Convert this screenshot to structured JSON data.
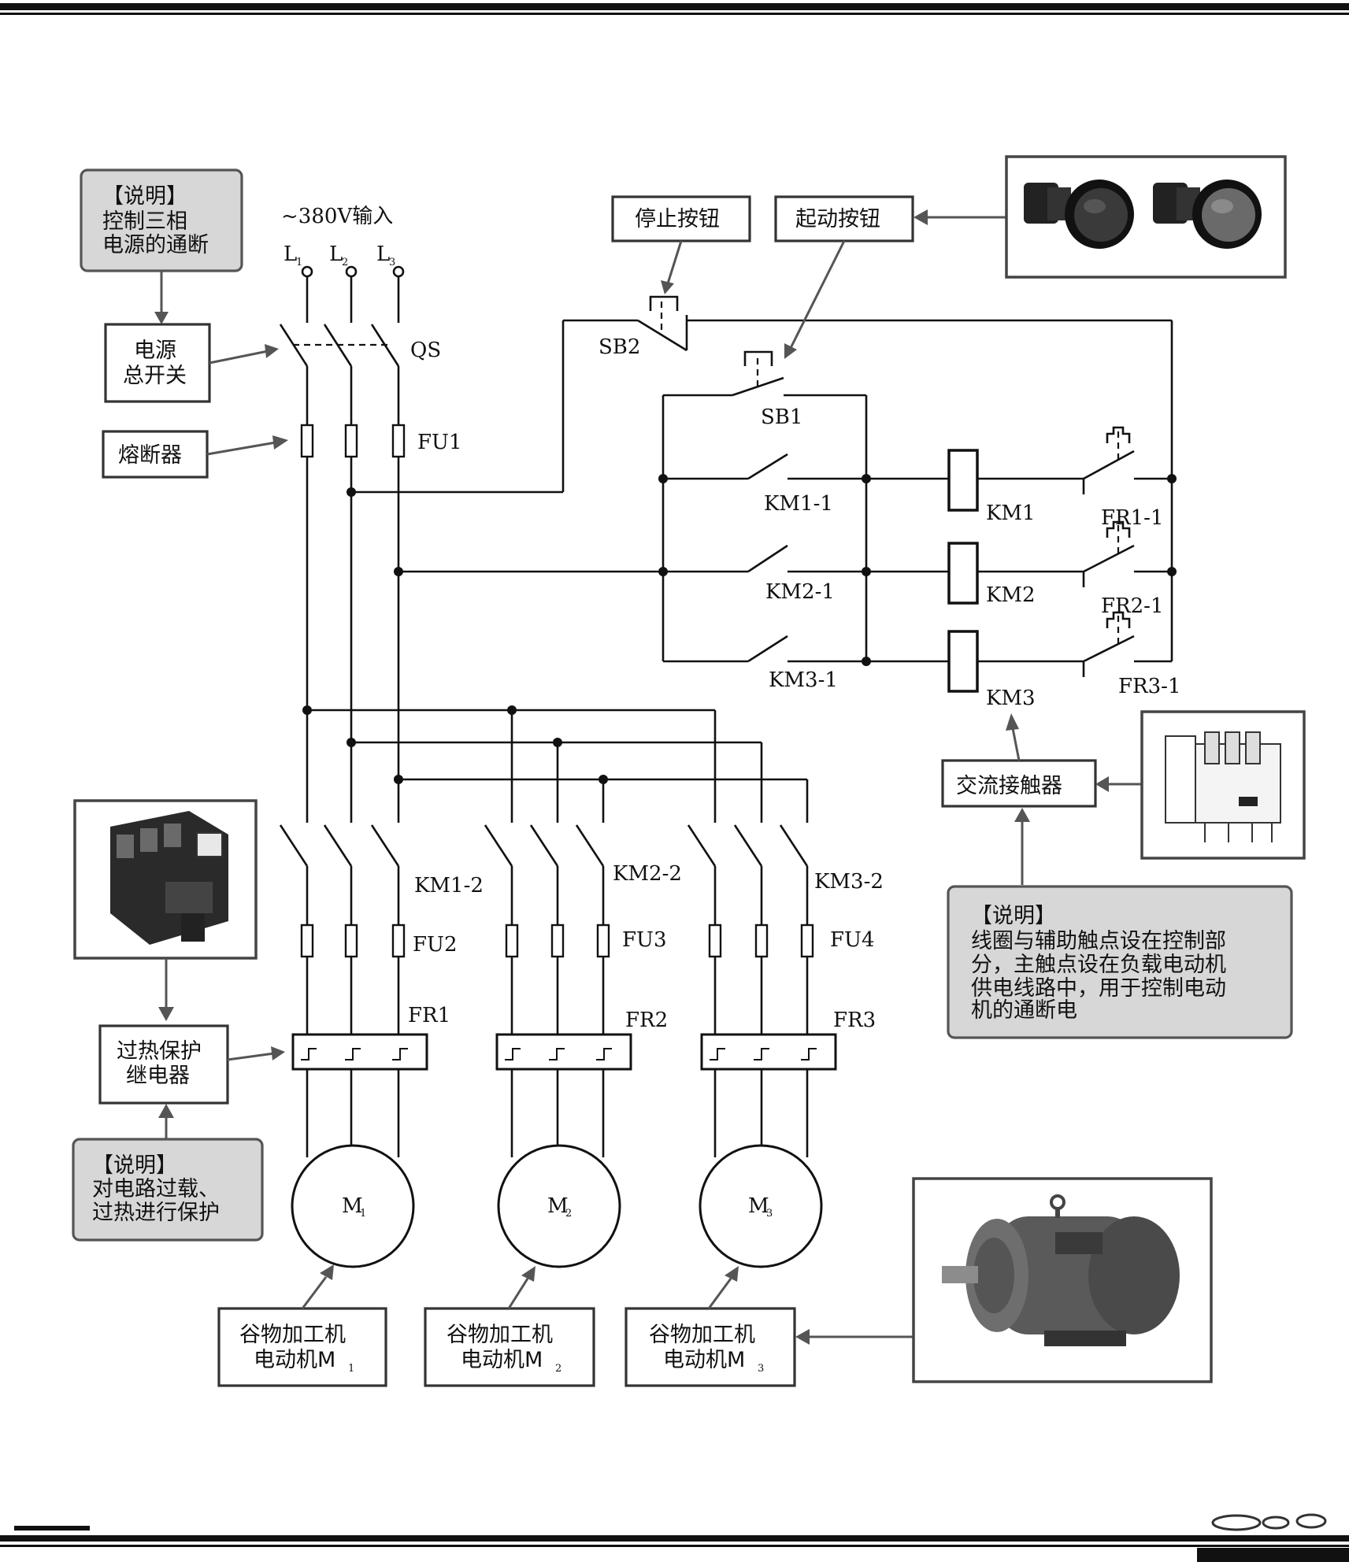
{
  "input_label": "~380V输入",
  "phases": [
    "L",
    "L",
    "L"
  ],
  "phase_subs": [
    "1",
    "2",
    "3"
  ],
  "labels": {
    "qs": "QS",
    "fu1": "FU1",
    "sb1": "SB1",
    "sb2": "SB2",
    "km1_1": "KM1-1",
    "km2_1": "KM2-1",
    "km3_1": "KM3-1",
    "km1": "KM1",
    "km2": "KM2",
    "km3": "KM3",
    "fr1_1": "FR1-1",
    "fr2_1": "FR2-1",
    "fr3_1": "FR3-1",
    "km1_2": "KM1-2",
    "km2_2": "KM2-2",
    "km3_2": "KM3-2",
    "fu2": "FU2",
    "fu3": "FU3",
    "fu4": "FU4",
    "fr1": "FR1",
    "fr2": "FR2",
    "fr3": "FR3",
    "m1": "M",
    "m2": "M",
    "m3": "M",
    "m_subs": [
      "1",
      "2",
      "3"
    ]
  },
  "callouts": {
    "note_power": [
      "【说明】",
      "控制三相",
      "电源的通断"
    ],
    "main_switch": [
      "电源",
      "总开关"
    ],
    "fuse": [
      "熔断器"
    ],
    "stop_button": [
      "停止按钮"
    ],
    "start_button": [
      "起动按钮"
    ],
    "contactor": [
      "交流接触器"
    ],
    "note_contactor": [
      "【说明】",
      "线圈与辅助触点设在控制部",
      "分，主触点设在负载电动机",
      "供电线路中，用于控制电动",
      "机的通断电"
    ],
    "thermal_relay": [
      "过热保护",
      "继电器"
    ],
    "note_thermal": [
      "【说明】",
      "对电路过载、",
      "过热进行保护"
    ],
    "motor_1": [
      "谷物加工机",
      "电动机M"
    ],
    "motor_2": [
      "谷物加工机",
      "电动机M"
    ],
    "motor_3": [
      "谷物加工机",
      "电动机M"
    ]
  }
}
